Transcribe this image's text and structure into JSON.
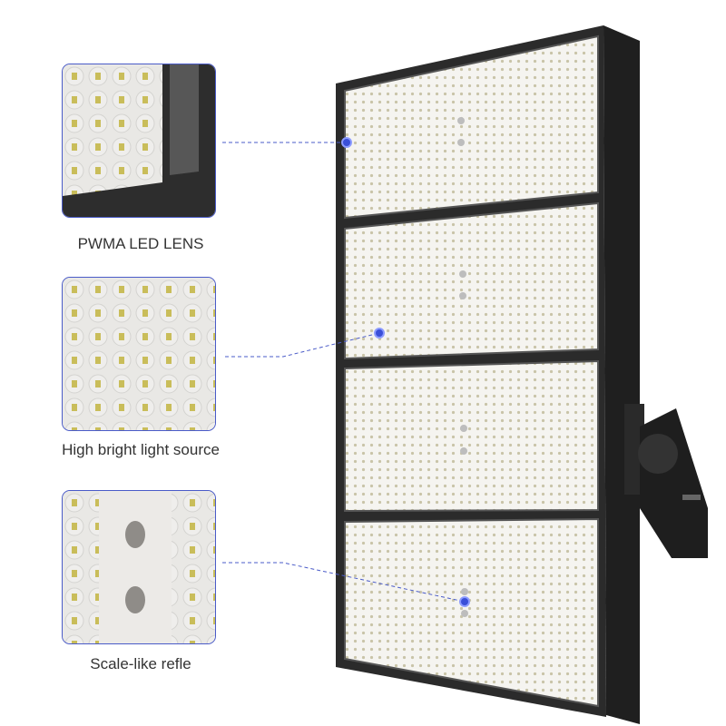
{
  "callouts": [
    {
      "label": "PWMA LED LENS"
    },
    {
      "label": "High bright light source"
    },
    {
      "label": "Scale-like refle"
    }
  ],
  "colors": {
    "accent": "#4a5bc8",
    "frame": "#2b2b2b",
    "panel": "#f4f3ef"
  }
}
